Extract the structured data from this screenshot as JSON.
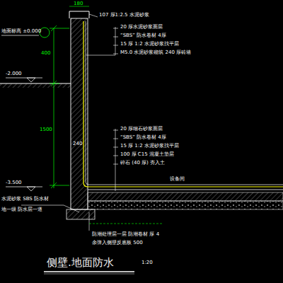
{
  "diagram": {
    "title": "侧壁.地面防水",
    "labels": [
      "180",
      "107 厚1:2.5 水泥砂浆",
      "20 厚水泥砂浆面层",
      "“SBS” 防水卷材 4厚",
      "15 厚 1:2 水泥砂浆找平层",
      "M5.0 水泥砂浆砌筑 240 厚砖墙",
      "地面标高 ±0.000",
      "400",
      "-2.000",
      "1500",
      "240",
      "20 厚细石砂浆面层",
      "“SBS” 防水卷材 4厚",
      "15 厚 1:2 水泥砂浆找平层",
      "100 厚 C15 混凝土垫层",
      "碎石 (40 厚) 夯入土",
      "设备间",
      "-3.500",
      "水泥砂浆 SBS 防水材",
      "地一级 防水层一道",
      "防潮处理层一层  防潮卷材 厚 4",
      "余弹入侧壁反底板  500",
      "1:20"
    ]
  }
}
